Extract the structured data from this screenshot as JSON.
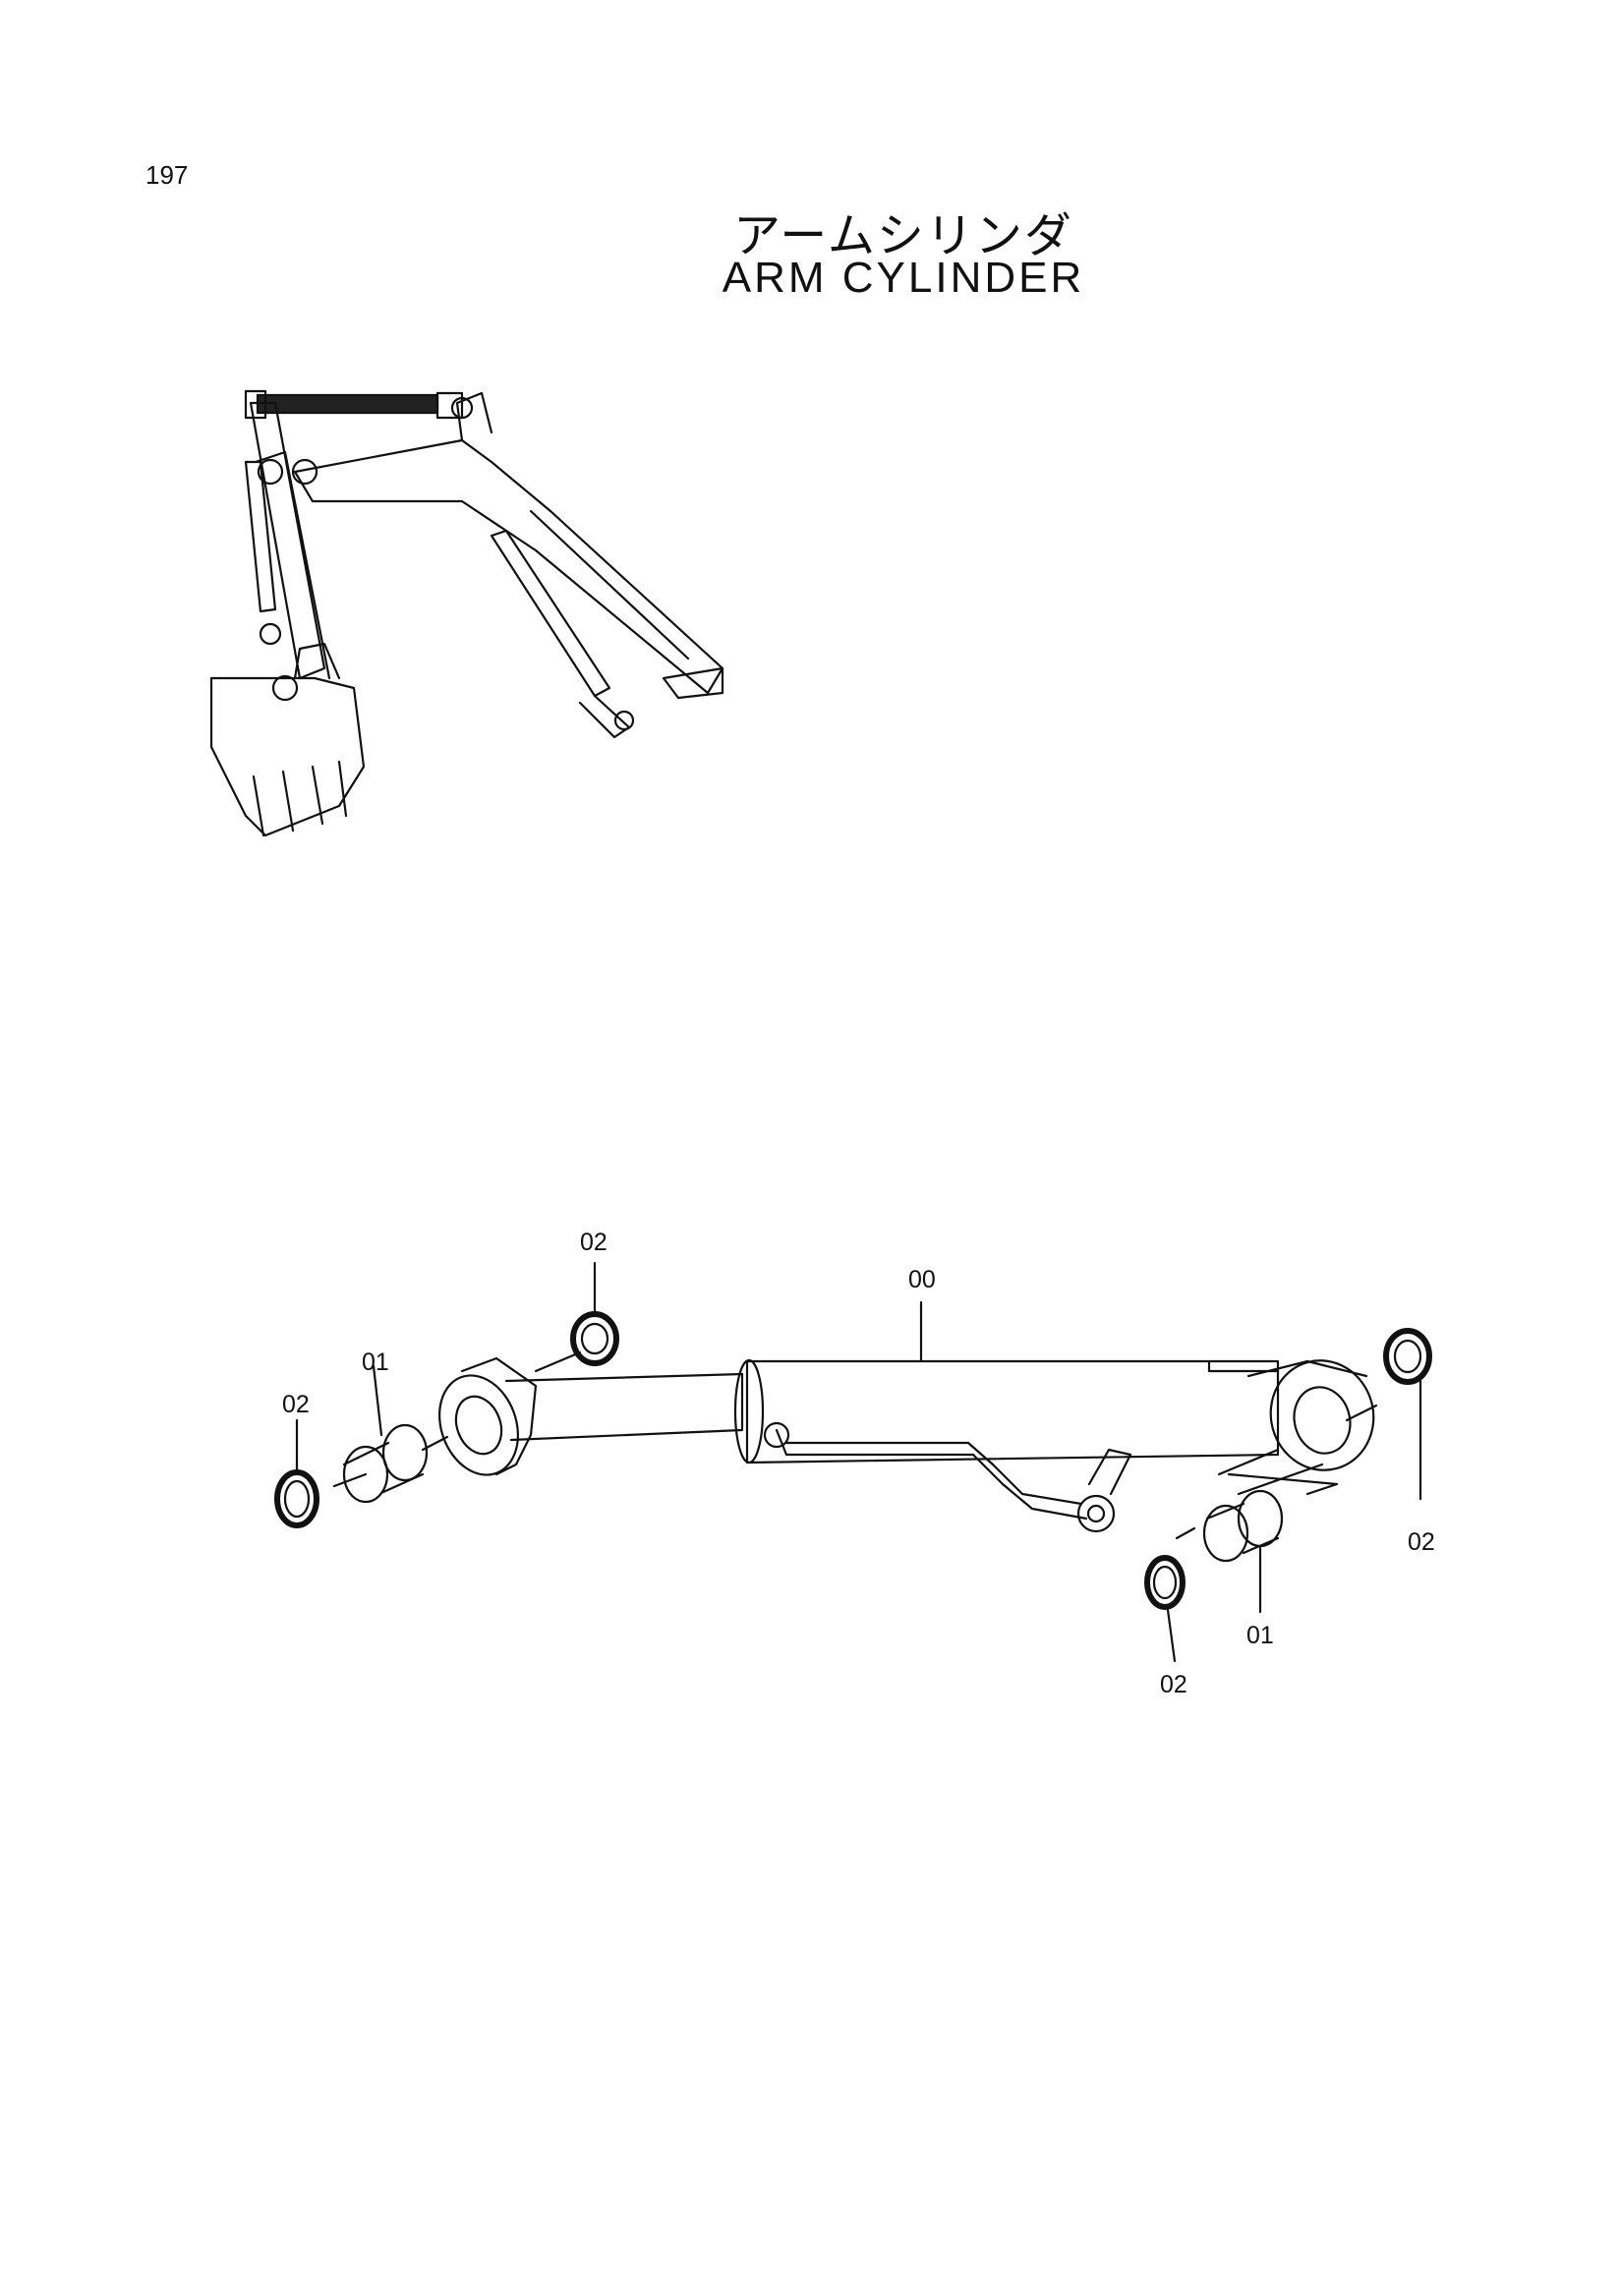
{
  "page": {
    "number": "197",
    "title_jp": "アームシリンダ",
    "title_en": "ARM  CYLINDER"
  },
  "callouts": {
    "c02_top": "02",
    "c01_left": "01",
    "c02_left": "02",
    "c00": "00",
    "c02_right": "02",
    "c01_bottom": "01",
    "c02_bottom": "02"
  }
}
